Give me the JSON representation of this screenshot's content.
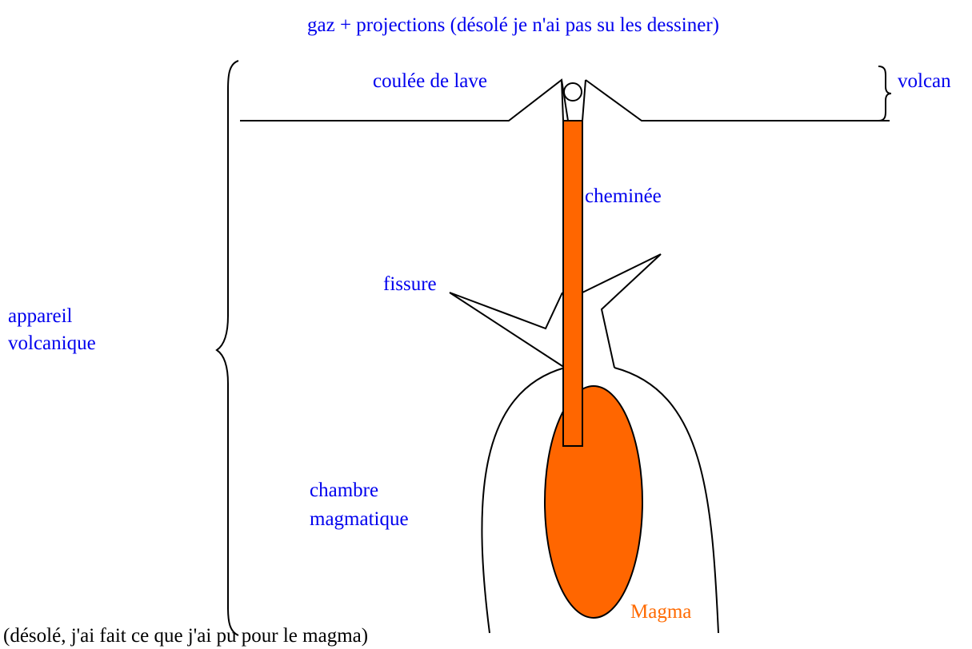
{
  "labels": {
    "gas": "gaz + projections (désolé je n'ai pas su les dessiner)",
    "lava_flow": "coulée de lave",
    "volcano": "volcan",
    "chimney": "cheminée",
    "fissure": "fissure",
    "apparatus_line1": "appareil",
    "apparatus_line2": "volcanique",
    "chamber_line1": "chambre",
    "chamber_line2": "magmatique",
    "magma": "Magma",
    "note": "(désolé, j'ai fait ce que j'ai pu pour le magma)"
  },
  "colors": {
    "label_blue": "#0000ee",
    "magma_orange": "#ff6600",
    "stroke": "#000000",
    "note_text": "#000000"
  }
}
